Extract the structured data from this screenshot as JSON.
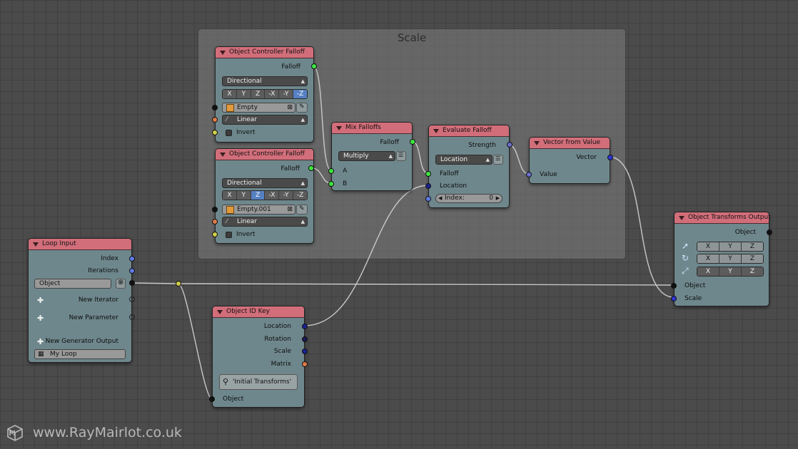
{
  "frame": {
    "title": "Scale"
  },
  "oc1": {
    "title": "Object Controller Falloff",
    "falloff_label": "Falloff",
    "mode": "Directional",
    "axes": [
      "X",
      "Y",
      "Z",
      "-X",
      "-Y",
      "-Z"
    ],
    "active_axis": "-Z",
    "object": "Empty",
    "interpolation": "Linear",
    "invert_label": "Invert"
  },
  "oc2": {
    "title": "Object Controller Falloff",
    "falloff_label": "Falloff",
    "mode": "Directional",
    "axes": [
      "X",
      "Y",
      "Z",
      "-X",
      "-Y",
      "-Z"
    ],
    "active_axis": "Z",
    "object": "Empty.001",
    "interpolation": "Linear",
    "invert_label": "Invert"
  },
  "mix": {
    "title": "Mix Falloffs",
    "falloff_label": "Falloff",
    "mode": "Multiply",
    "a": "A",
    "b": "B"
  },
  "evalf": {
    "title": "Evaluate Falloff",
    "strength": "Strength",
    "mode": "Location",
    "falloff": "Falloff",
    "location": "Location",
    "index_label": "Index:",
    "index_value": "0"
  },
  "vfv": {
    "title": "Vector from Value",
    "vector": "Vector",
    "value": "Value"
  },
  "loop": {
    "title": "Loop Input",
    "index": "Index",
    "iterations": "Iterations",
    "object": "Object",
    "new_iterator": "New Iterator",
    "new_parameter": "New Parameter",
    "new_generator": "New Generator Output",
    "loop_name": "My Loop"
  },
  "oid": {
    "title": "Object ID Key",
    "location": "Location",
    "rotation": "Rotation",
    "scale": "Scale",
    "matrix": "Matrix",
    "key": "'Initial Transforms'",
    "object": "Object"
  },
  "oto": {
    "title": "Object Transforms Output",
    "object_out": "Object",
    "xyz": [
      "X",
      "Y",
      "Z"
    ],
    "object_in": "Object",
    "scale": "Scale"
  },
  "watermark": {
    "text": "www.RayMairlot.co.uk"
  },
  "colors": {
    "header": "#d16e7a",
    "node_body": "#6e878c",
    "wire": "#c8c8c8",
    "accent": "#5680c2"
  }
}
